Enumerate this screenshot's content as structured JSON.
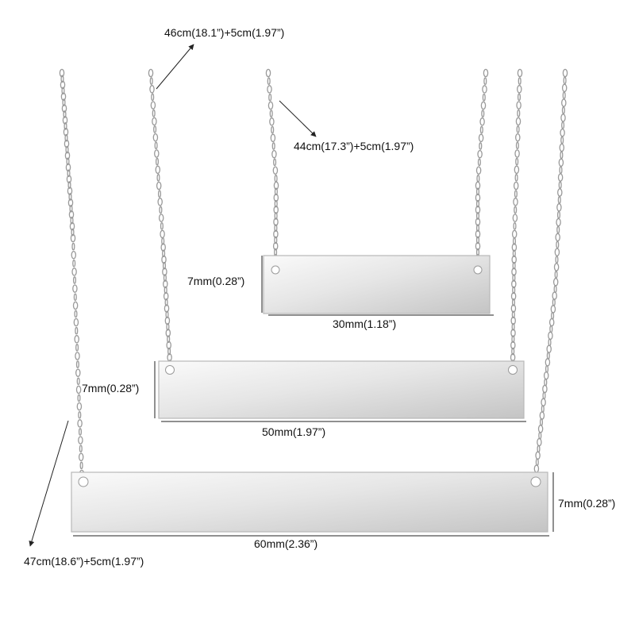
{
  "product": {
    "bars": [
      {
        "size": "small",
        "width_label": "30mm(1.18”)",
        "height_label": "7mm(0.28”)",
        "chain_label": "44cm(17.3”)+5cm(1.97”)"
      },
      {
        "size": "medium",
        "width_label": "50mm(1.97”)",
        "height_label": "7mm(0.28”)",
        "chain_label": "46cm(18.1”)+5cm(1.97”)"
      },
      {
        "size": "large",
        "width_label": "60mm(2.36”)",
        "height_label": "7mm(0.28”)",
        "chain_label": "47cm(18.6”)+5cm(1.97”)"
      }
    ],
    "colors": {
      "metal_light": "#f2f2f2",
      "metal_dark": "#bcbcbc",
      "chain": "#9a9a9a",
      "line": "#222222",
      "text": "#111111"
    }
  }
}
